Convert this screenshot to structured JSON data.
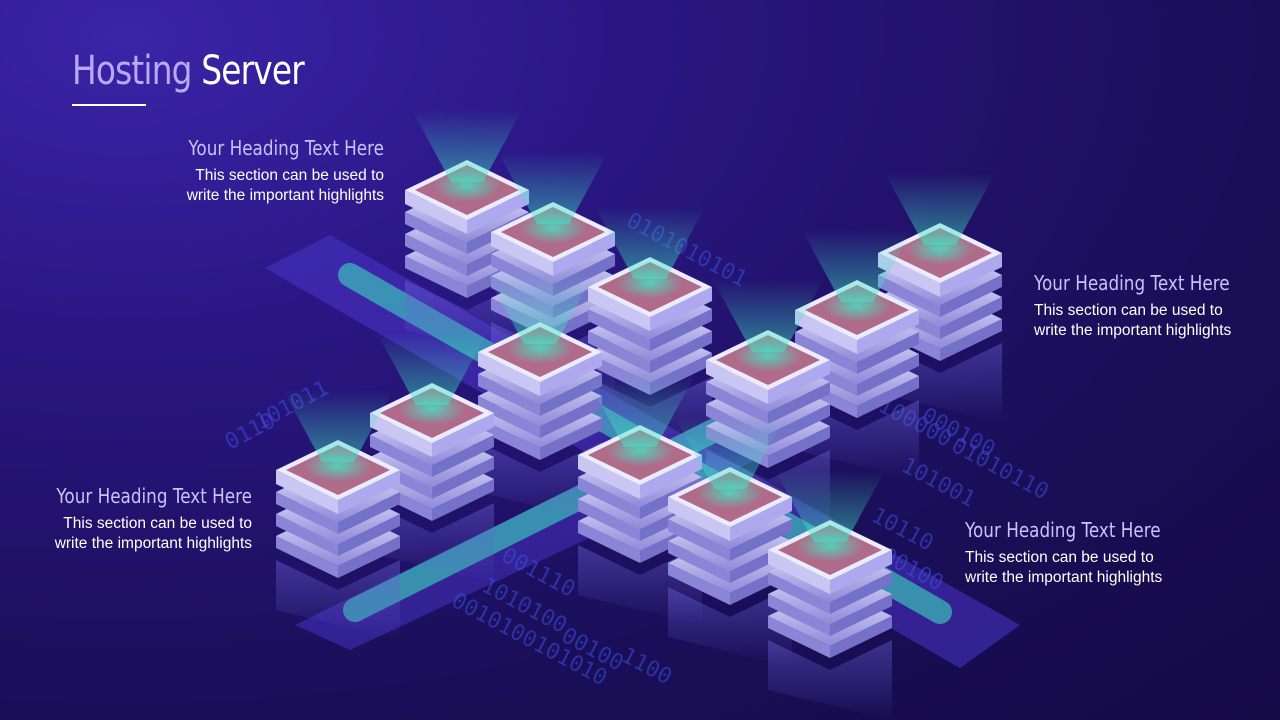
{
  "title": {
    "word1": "Hosting",
    "word2": "Server"
  },
  "blocks": [
    {
      "heading": "Your Heading Text Here",
      "line1": "This section  can be used to",
      "line2": "write the important highlights"
    },
    {
      "heading": "Your Heading Text Here",
      "line1": "This section  can be used to",
      "line2": "write the important highlights"
    },
    {
      "heading": "Your Heading Text Here",
      "line1": "This section  can be used to",
      "line2": "write the important highlights"
    },
    {
      "heading": "Your Heading Text Here",
      "line1": "This section  can be used to",
      "line2": "write the important highlights"
    }
  ],
  "illustration": {
    "icon": "server-stack-icon",
    "binary_rows": [
      "0101010101",
      "1010100000",
      "000100",
      "01010110",
      "101001",
      "10110",
      "00100",
      "0110",
      "101011",
      "001110",
      "1010100",
      "0010100101010",
      "00100",
      "1100"
    ]
  },
  "colors": {
    "accent": "#b7aaf5",
    "heading": "#c9c0ff",
    "teal": "#3ee8c4",
    "server_top": "#b06a8a",
    "server_body": "#c8c4f0"
  }
}
